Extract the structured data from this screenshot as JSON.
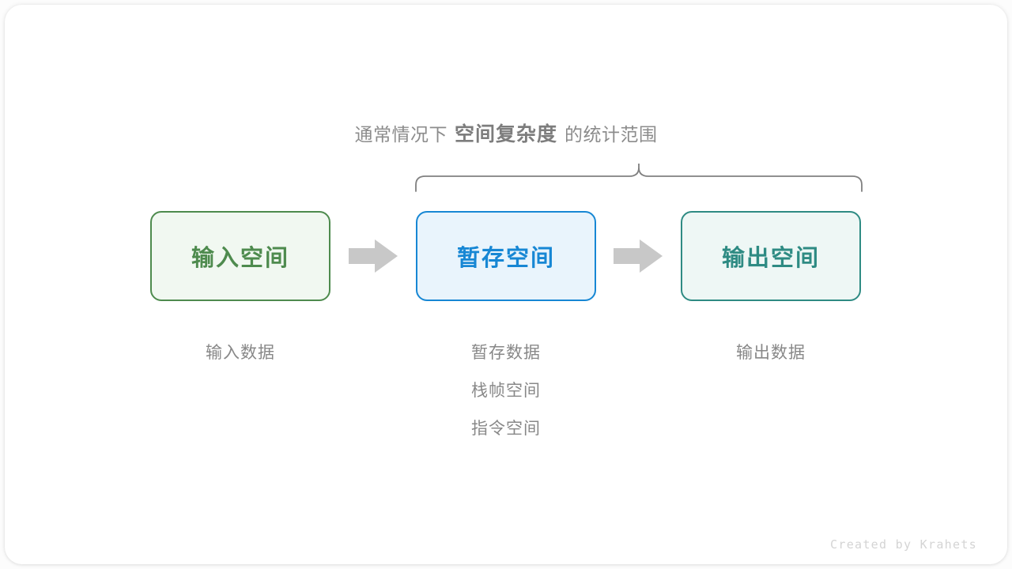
{
  "diagram": {
    "caption": {
      "prefix": "通常情况下",
      "emphasis": "空间复杂度",
      "suffix": "的统计范围"
    },
    "brace": {
      "name": "curly-brace",
      "spans": [
        "暂存空间",
        "输出空间"
      ],
      "color": "#808080"
    },
    "boxes": [
      {
        "id": "input",
        "title": "输入空间",
        "border_color": "#4e8b4e",
        "fill_color": "#f1f8f1",
        "text_color": "#4e8b4e",
        "captions": [
          "输入数据"
        ]
      },
      {
        "id": "temp",
        "title": "暂存空间",
        "border_color": "#1787d4",
        "fill_color": "#e9f4fc",
        "text_color": "#1787d4",
        "captions": [
          "暂存数据",
          "栈帧空间",
          "指令空间"
        ]
      },
      {
        "id": "output",
        "title": "输出空间",
        "border_color": "#2e8b83",
        "fill_color": "#eef7f5",
        "text_color": "#2e8b83",
        "captions": [
          "输出数据"
        ]
      }
    ],
    "arrows": [
      {
        "id": "arrow-1",
        "from": "input",
        "to": "temp",
        "color": "#c8c8c8"
      },
      {
        "id": "arrow-2",
        "from": "temp",
        "to": "output",
        "color": "#c8c8c8"
      }
    ],
    "footer": "Created by Krahets",
    "colors": {
      "background": "#fcfcfc",
      "card": "#ffffff",
      "muted_text": "#888888",
      "footer_text": "#d4d4d4"
    }
  }
}
